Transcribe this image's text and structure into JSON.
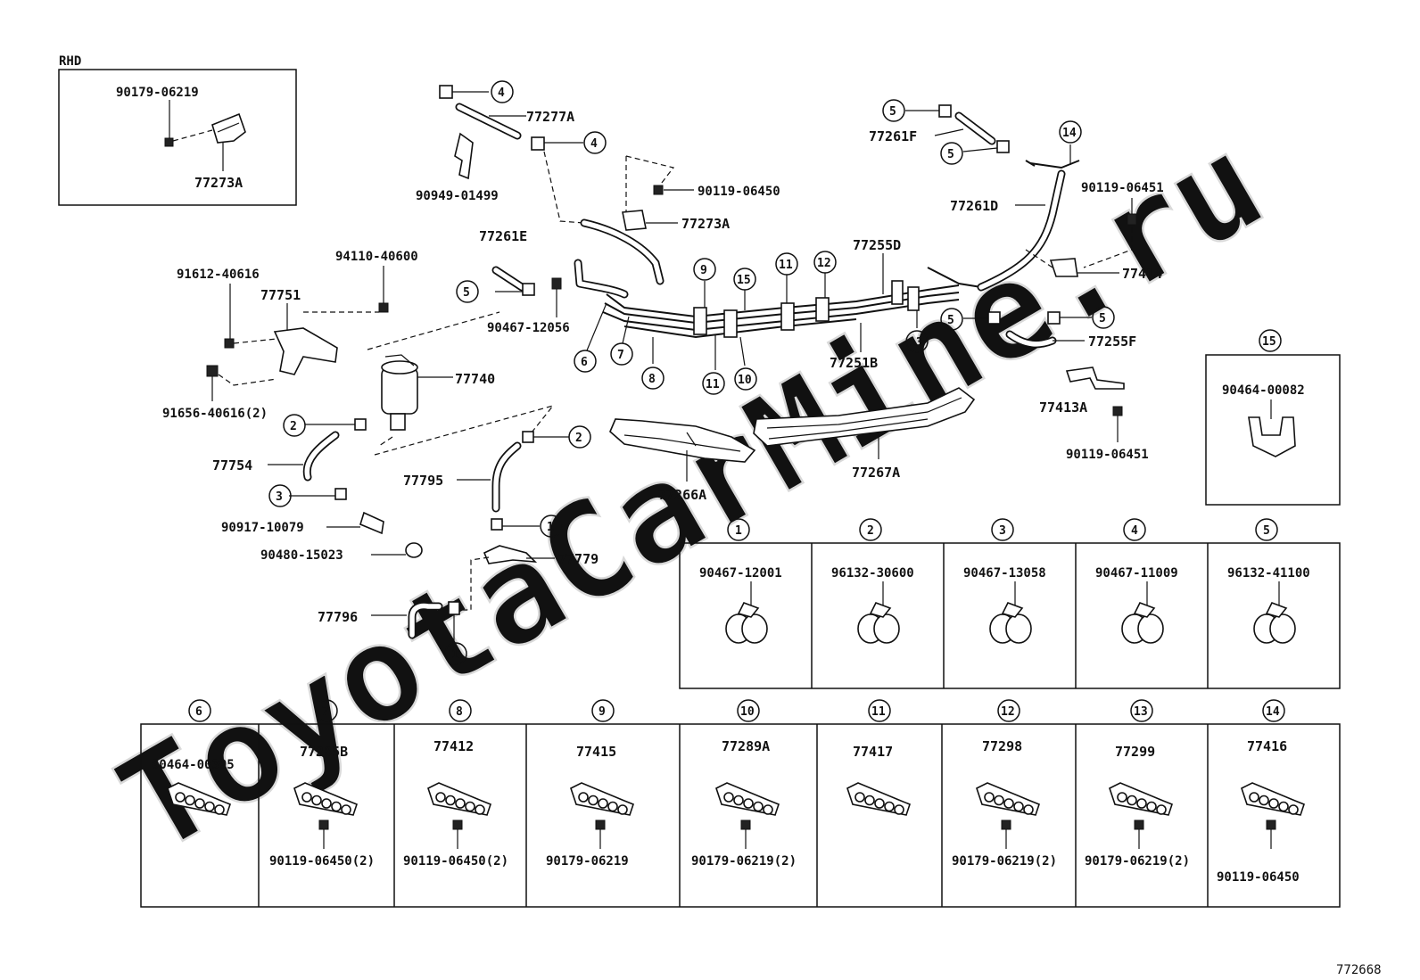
{
  "watermark": "ToyotaCarMine.ru",
  "diagram_code": "772668",
  "rhd_box": {
    "title": "RHD",
    "bolt": "90179-06219",
    "part": "77273A"
  },
  "labels": {
    "p77277A": "77277A",
    "p90949": "90949-01499",
    "p90119_06450_top": "90119-06450",
    "p77273A": "77273A",
    "p77261E": "77261E",
    "p90467_12056": "90467-12056",
    "p94110": "94110-40600",
    "p91612": "91612-40616",
    "p77751": "77751",
    "p77740": "77740",
    "p91656": "91656-40616(2)",
    "p77754": "77754",
    "p90917": "90917-10079",
    "p90480": "90480-15023",
    "p77795": "77795",
    "p77779": "77779",
    "p77796": "77796",
    "p77266A": "77266A",
    "p77267A": "77267A",
    "p77261F": "77261F",
    "p77261D": "77261D",
    "p90119_06451_a": "90119-06451",
    "p77414": "77414",
    "p77255D": "77255D",
    "p77251B": "77251B",
    "p77255F": "77255F",
    "p77413A": "77413A",
    "p90119_06451_b": "90119-06451"
  },
  "callouts": [
    "1",
    "2",
    "3",
    "4",
    "5",
    "6",
    "7",
    "8",
    "9",
    "10",
    "11",
    "12",
    "13",
    "14",
    "15"
  ],
  "box15_part": "90464-00082",
  "top_row": [
    {
      "num": "1",
      "part": "90467-12001"
    },
    {
      "num": "2",
      "part": "96132-30600"
    },
    {
      "num": "3",
      "part": "90467-13058"
    },
    {
      "num": "4",
      "part": "90467-11009"
    },
    {
      "num": "5",
      "part": "96132-41100"
    }
  ],
  "bottom_row": [
    {
      "num": "6",
      "part": "90464-00395",
      "sub": ""
    },
    {
      "num": "7",
      "part": "77285B",
      "sub": "90119-06450(2)"
    },
    {
      "num": "8",
      "part": "77412",
      "sub": "90119-06450(2)"
    },
    {
      "num": "9",
      "part": "77415",
      "sub": "90179-06219"
    },
    {
      "num": "10",
      "part": "77289A",
      "sub": "90179-06219(2)"
    },
    {
      "num": "11",
      "part": "77417",
      "sub": ""
    },
    {
      "num": "12",
      "part": "77298",
      "sub": "90179-06219(2)"
    },
    {
      "num": "13",
      "part": "77299",
      "sub": "90179-06219(2)"
    },
    {
      "num": "14",
      "part": "77416",
      "sub": "90119-06450"
    }
  ]
}
